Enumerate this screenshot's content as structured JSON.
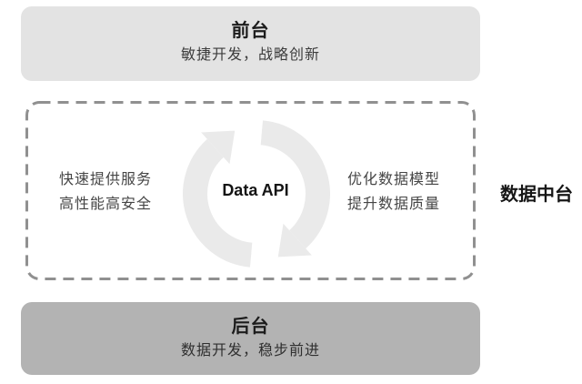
{
  "colors": {
    "background": "#ffffff",
    "front_box_bg": "#e3e3e3",
    "back_box_bg": "#b3b3b3",
    "dashed_border": "#909090",
    "icon_fill": "#eaeaea",
    "title_text": "#1c1c1c",
    "body_text": "#454545"
  },
  "front_layer": {
    "title": "前台",
    "subtitle": "敏捷开发，战略创新"
  },
  "middle_layer": {
    "left_lines": [
      "快速提供服务",
      "高性能高安全"
    ],
    "center_label": "Data API",
    "right_lines": [
      "优化数据模型",
      "提升数据质量"
    ],
    "icon": "sync-arrows-icon"
  },
  "side_label": "数据中台",
  "back_layer": {
    "title": "后台",
    "subtitle": "数据开发，稳步前进"
  }
}
